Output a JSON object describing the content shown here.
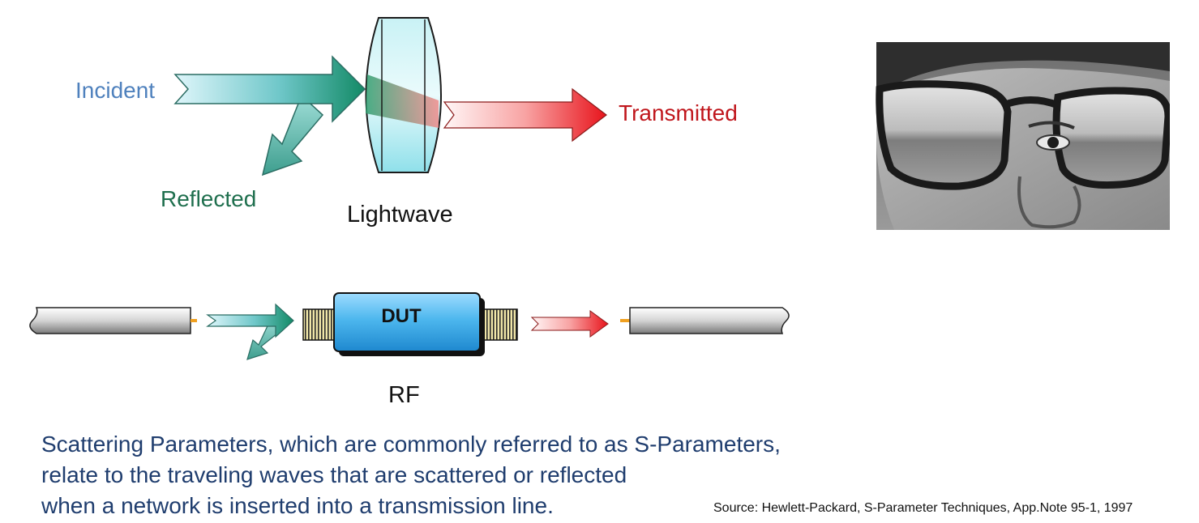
{
  "lightwave": {
    "incident_label": "Incident",
    "reflected_label": "Reflected",
    "transmitted_label": "Transmitted",
    "title": "Lightwave"
  },
  "rf": {
    "dut_label": "DUT",
    "title": "RF"
  },
  "description": {
    "line1": "Scattering Parameters, which are commonly referred to as S-Parameters,",
    "line2": "relate to the traveling waves that are scattered or reflected",
    "line3": "when a  network is inserted into a transmission line."
  },
  "source": "Source:  Hewlett-Packard, S-Parameter Techniques, App.Note 95-1, 1997",
  "photo": {
    "subject": "person-wearing-glasses-photo"
  },
  "colors": {
    "incident_text": "#4f81bd",
    "reflected_text": "#1f6f4e",
    "transmitted_text": "#c0161c",
    "description_text": "#1f3d6e",
    "incident_arrow_start": "#d8f3f8",
    "incident_arrow_end": "#1a8a6a",
    "transmitted_arrow_start": "#ffffff",
    "transmitted_arrow_end": "#e31e24",
    "dut_fill": "#4fb9f0"
  }
}
